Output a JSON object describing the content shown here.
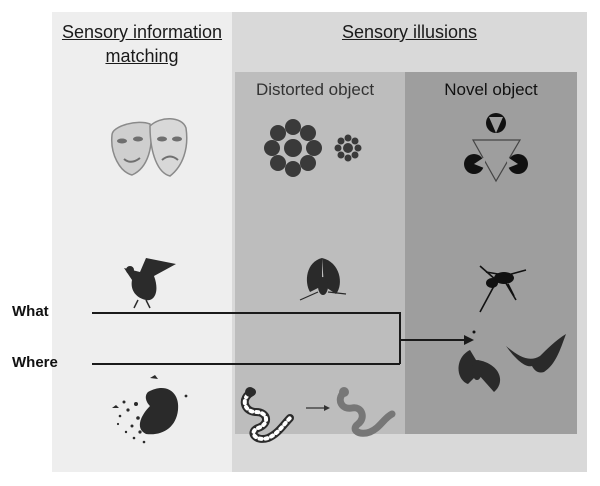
{
  "headings": {
    "col1_line1": "Sensory information",
    "col1_line2": "matching",
    "col2": "Sensory illusions",
    "col2a": "Distorted object",
    "col2b": "Novel object"
  },
  "row_labels": {
    "what": "What",
    "where": "Where"
  },
  "colors": {
    "panel_left": "#eeeeee",
    "panel_illusions": "#d9d9d9",
    "panel_distorted": "#bdbdbd",
    "panel_novel": "#9e9e9e",
    "ink": "#1a1a1a"
  },
  "icons": [
    "masks-icon",
    "ebbinghaus-icon",
    "kanizsa-triangle-icon",
    "bird-icon",
    "moth-icon",
    "spider-icon",
    "bird-flock-icon",
    "snake-icon",
    "snake-outline-icon",
    "moth-flying-icon",
    "bat-icon"
  ]
}
